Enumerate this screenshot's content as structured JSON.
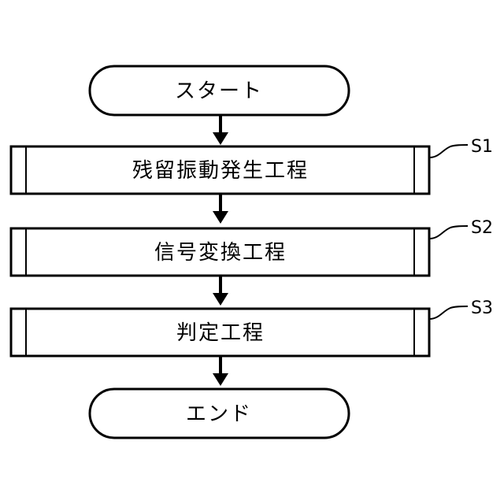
{
  "flowchart": {
    "start": {
      "label": "スタート"
    },
    "steps": [
      {
        "label": "残留振動発生工程",
        "step_id": "S1"
      },
      {
        "label": "信号変換工程",
        "step_id": "S2"
      },
      {
        "label": "判定工程",
        "step_id": "S3"
      }
    ],
    "end": {
      "label": "エンド"
    }
  }
}
